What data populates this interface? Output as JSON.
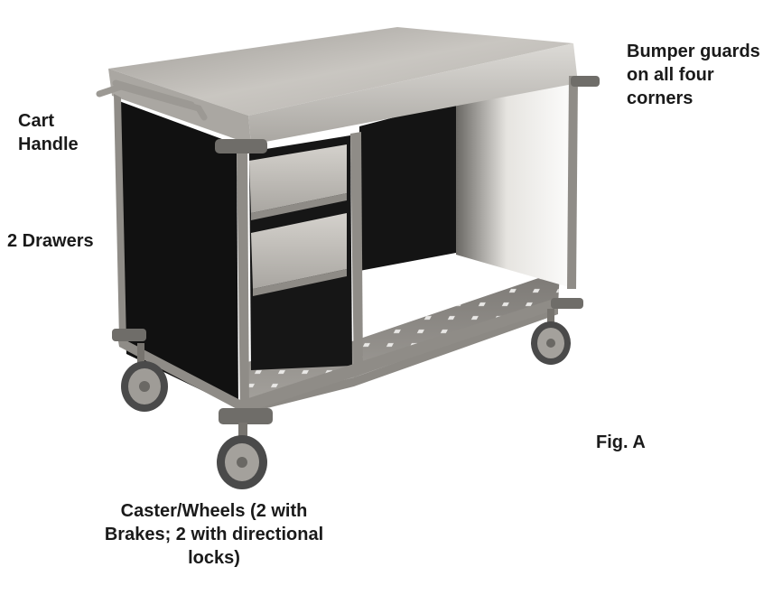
{
  "labels": {
    "bumper_guards": "Bumper guards\non all four\ncorners",
    "cart_handle": "Cart\nHandle",
    "drawers": "2 Drawers",
    "figure": "Fig. A",
    "caster_wheels": "Caster/Wheels (2 with\nBrakes; 2 with directional\nlocks)"
  },
  "colors": {
    "text": "#1a1a1a",
    "steel": "#b9b6b1",
    "black_panel": "#111111"
  }
}
